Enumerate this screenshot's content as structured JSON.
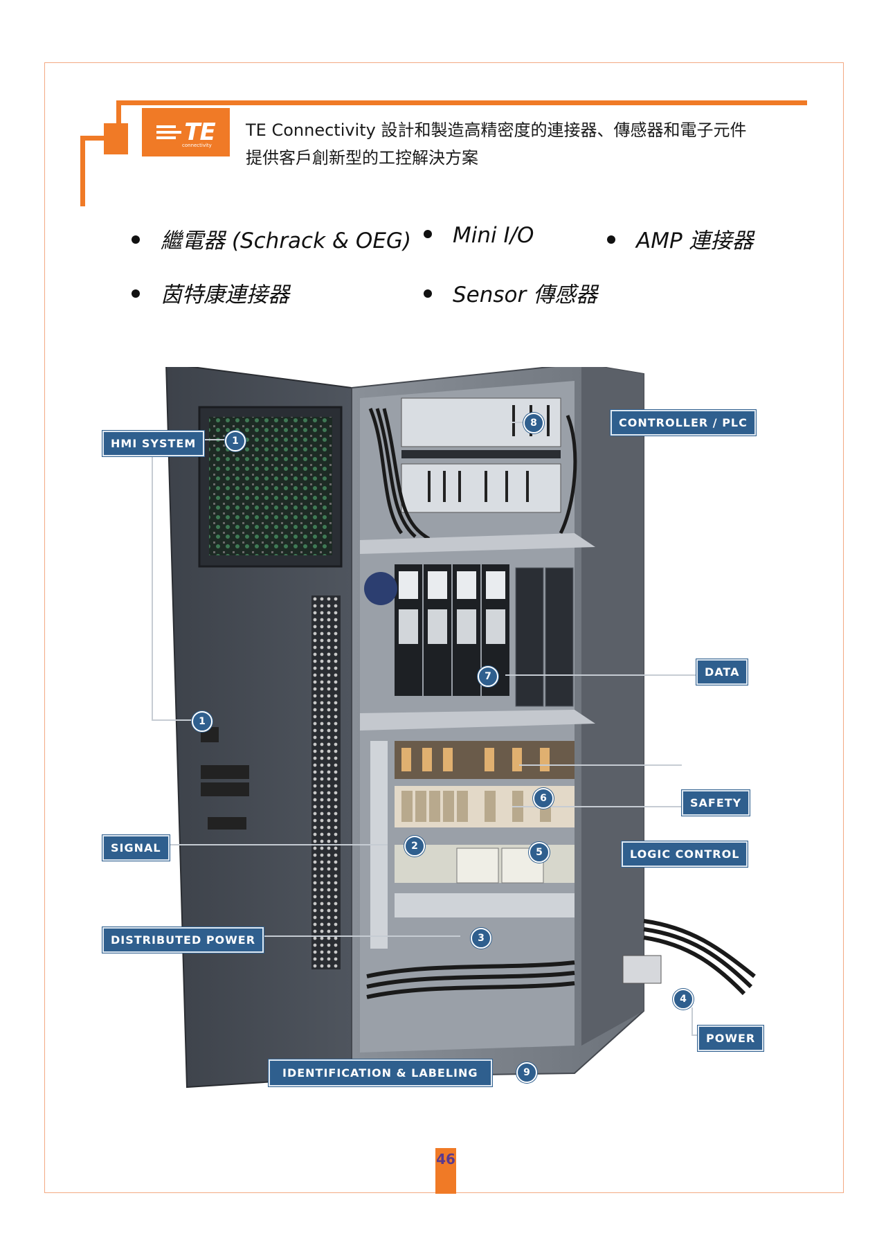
{
  "header": {
    "logo_text": "TE",
    "logo_sub": "connectivity",
    "line1": "TE Connectivity  設計和製造高精密度的連接器、傳感器和電子元件",
    "line2": "提供客戶創新型的工控解決方案"
  },
  "bullets": [
    "繼電器 (Schrack & OEG)",
    "Mini I/O",
    "AMP 連接器",
    "茵特康連接器",
    "Sensor 傳感器"
  ],
  "diagram_labels": {
    "hmi_system": "HMI SYSTEM",
    "controller_plc": "CONTROLLER / PLC",
    "data": "DATA",
    "safety": "SAFETY",
    "logic_control": "LOGIC CONTROL",
    "signal": "SIGNAL",
    "distributed_power": "DISTRIBUTED POWER",
    "power": "POWER",
    "identification_labeling": "IDENTIFICATION & LABELING"
  },
  "markers": {
    "m1": "1",
    "m2": "2",
    "m3": "3",
    "m4": "4",
    "m5": "5",
    "m6": "6",
    "m7": "7",
    "m8": "8",
    "m9": "9"
  },
  "page_number": "46",
  "colors": {
    "accent_orange": "#f07a26",
    "label_blue": "#2f5f8e",
    "cabinet_dark": "#3a3f47"
  }
}
